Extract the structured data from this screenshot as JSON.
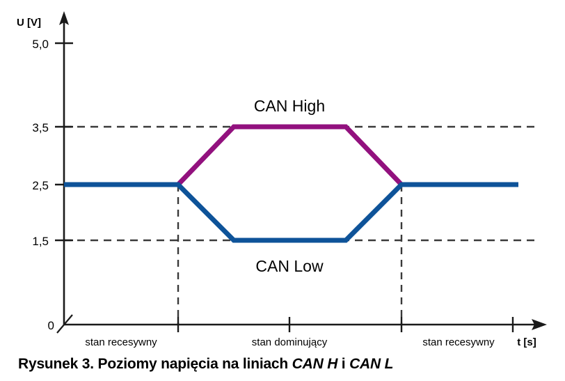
{
  "caption": {
    "prefix": "Rysunek 3. Poziomy napięcia na liniach ",
    "emphasis_1": "CAN H",
    "middle": " i ",
    "emphasis_2": "CAN L"
  },
  "chart_data": {
    "type": "line",
    "title": "",
    "xlabel": "t [s]",
    "ylabel": "U [V]",
    "ylim": [
      0,
      5.4
    ],
    "xlim": [
      0,
      10
    ],
    "grid": "dashed-horizontal",
    "legend_position": "inline-annotation",
    "y_ticks": [
      "5,0",
      "3,5",
      "2,5",
      "1,5",
      "0"
    ],
    "y_tick_values": [
      5.0,
      3.5,
      2.5,
      1.5,
      0
    ],
    "gridline_values": [
      3.5,
      1.5
    ],
    "x_regions": [
      {
        "label": "stan recesywny",
        "start": 0,
        "end": 2.5
      },
      {
        "label": "stan dominujący",
        "start": 2.5,
        "end": 7.4
      },
      {
        "label": "stan recesywny",
        "start": 7.4,
        "end": 10
      }
    ],
    "x_tick_positions": [
      2.5,
      4.95,
      7.4,
      9.8
    ],
    "series": [
      {
        "name": "CAN High",
        "color": "#92117E",
        "label_text": "CAN High",
        "points": [
          {
            "x": 0.0,
            "y": 2.5
          },
          {
            "x": 2.5,
            "y": 2.5
          },
          {
            "x": 3.55,
            "y": 3.5
          },
          {
            "x": 6.35,
            "y": 3.5
          },
          {
            "x": 7.4,
            "y": 2.5
          },
          {
            "x": 9.55,
            "y": 2.5
          }
        ]
      },
      {
        "name": "CAN Low",
        "color": "#0E5399",
        "label_text": "CAN Low",
        "points": [
          {
            "x": 0.0,
            "y": 2.5
          },
          {
            "x": 2.5,
            "y": 2.5
          },
          {
            "x": 3.55,
            "y": 1.5
          },
          {
            "x": 6.35,
            "y": 1.5
          },
          {
            "x": 7.4,
            "y": 2.5
          },
          {
            "x": 9.55,
            "y": 2.5
          }
        ]
      }
    ],
    "annotations": [
      {
        "text": "CAN High",
        "x": 4.95,
        "y": 4.15
      },
      {
        "text": "CAN Low",
        "x": 4.95,
        "y": 0.92
      }
    ],
    "marker_lines": [
      {
        "x": 2.5,
        "from_y": 2.5,
        "to_y": 0,
        "style": "dashed"
      },
      {
        "x": 7.4,
        "from_y": 2.5,
        "to_y": 0,
        "style": "dashed"
      }
    ],
    "colors": {
      "can_high": "#92117E",
      "can_low": "#0E5399",
      "axis": "#1a1a1a",
      "grid": "#3a3a3a",
      "text": "#000000"
    }
  }
}
